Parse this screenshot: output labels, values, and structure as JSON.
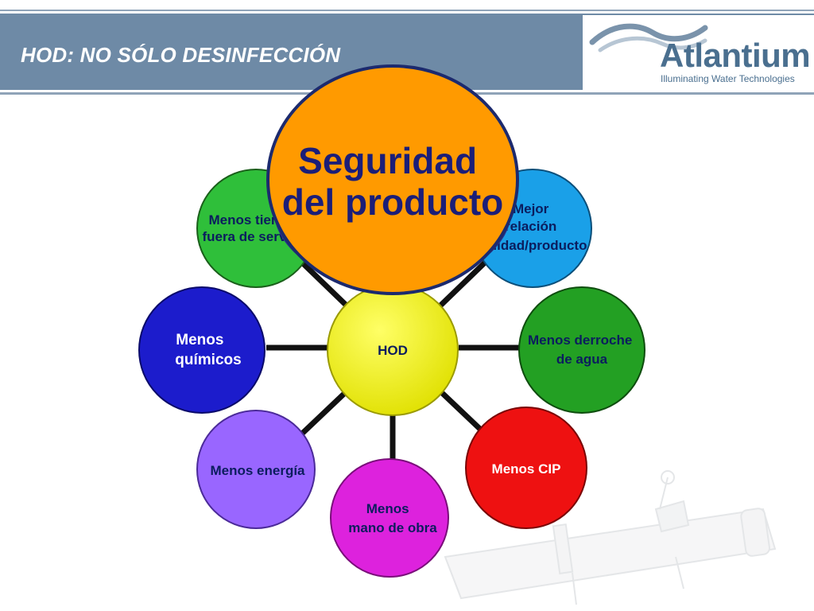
{
  "slide": {
    "title": "HOD: NO SÓLO DESINFECCIÓN"
  },
  "logo": {
    "brand": "Atlantium",
    "tagline": "Illuminating Water Technologies",
    "icon": "wave-logo-icon"
  },
  "diagram": {
    "center": {
      "label": "HOD",
      "color": "#f2f21a"
    },
    "highlight": {
      "lines": [
        "Seguridad",
        "del producto"
      ],
      "color": "#ff9a00"
    },
    "nodes": [
      {
        "id": "tiempo",
        "lines": [
          "Menos tiempo",
          "fuera de servicio"
        ],
        "color": "#2fbf3a"
      },
      {
        "id": "relacion",
        "lines": [
          "Mejor",
          "relación",
          "calidad/producto"
        ],
        "color": "#1aa0e8"
      },
      {
        "id": "quimicos",
        "lines": [
          "Menos",
          "químicos"
        ],
        "color": "#1c1ccc"
      },
      {
        "id": "agua",
        "lines": [
          "Menos derroche",
          "de agua"
        ],
        "color": "#23a023"
      },
      {
        "id": "energia",
        "lines": [
          "Menos energía"
        ],
        "color": "#9966ff"
      },
      {
        "id": "cip",
        "lines": [
          "Menos CIP"
        ],
        "color": "#ee1111"
      },
      {
        "id": "mano",
        "lines": [
          "Menos",
          "mano de obra"
        ],
        "color": "#dd22dd"
      }
    ]
  }
}
